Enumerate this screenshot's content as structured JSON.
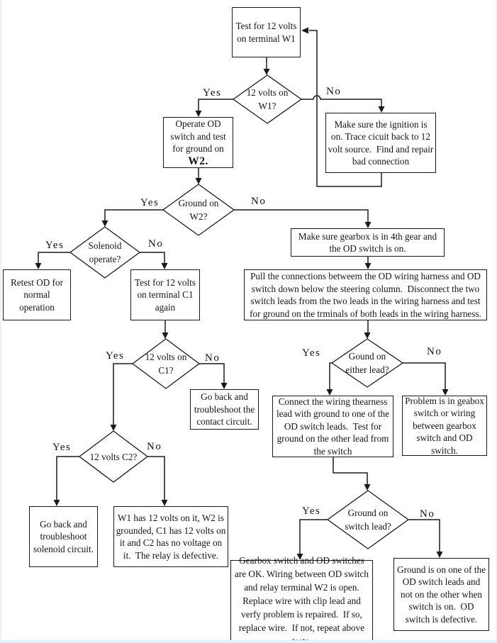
{
  "labels": {
    "yes": "Yes",
    "no": "No"
  },
  "nodes": {
    "test_w1": "Test for 12 volts on terminal W1",
    "d_w1": "12 volts on W1?",
    "ignition": "Make sure the ignition is on. Trace cicuit back to 12 volt source.  Find and repair bad connection",
    "operate_od": "Operate OD switch and test for ground on",
    "operate_od_emph": "W2.",
    "d_w2": "Ground on W2?",
    "d_solenoid": "Solenoid operate?",
    "retest": "Retest OD for normal operation",
    "test_c1": "Test for 12 volts on terminal C1 again",
    "gearbox4th": "Make sure gearbox is in 4th gear and the OD switch is on.",
    "pull": "Pull the connections betweem the OD wiring harness and OD switch down below the steering column.  Disconnect the two switch leads from the two leads in the wiring harness and test for ground on the trminals of both leads in the wiring harness.",
    "d_c1": "12 volts on C1?",
    "contact": "Go back and troubleshoot the contact circuit.",
    "d_either": "Gound on either lead?",
    "connect": "Connect the wiring thearness lead with ground to one of the OD switch leads.  Test for ground on the other lead from the switch",
    "geabox_problem": "Problem is in geabox switch or wiring between gearbox switch and OD switch.",
    "d_c2": "12 volts C2?",
    "solenoid_circuit": "Go back and troubleshoot solenoid circuit.",
    "relay_defective": "W1 has 12 volts on it, W2 is grounded, C1 has 12 volts on it and C2 has no voltage on it.  The relay is defective.",
    "d_switch_lead": "Ground on switch lead?",
    "gearbox_ok": "Gearbox switch and OD switches are OK. Wiring between OD switch and relay terminal W2 is open. Replace wire with clip lead and verfy problem is repaired.  If so, replace wire.  If not, repeat above tests.",
    "od_defective": "Ground is on one of the OD switch leads and not on the other when switch is on.  OD switch is defective."
  }
}
